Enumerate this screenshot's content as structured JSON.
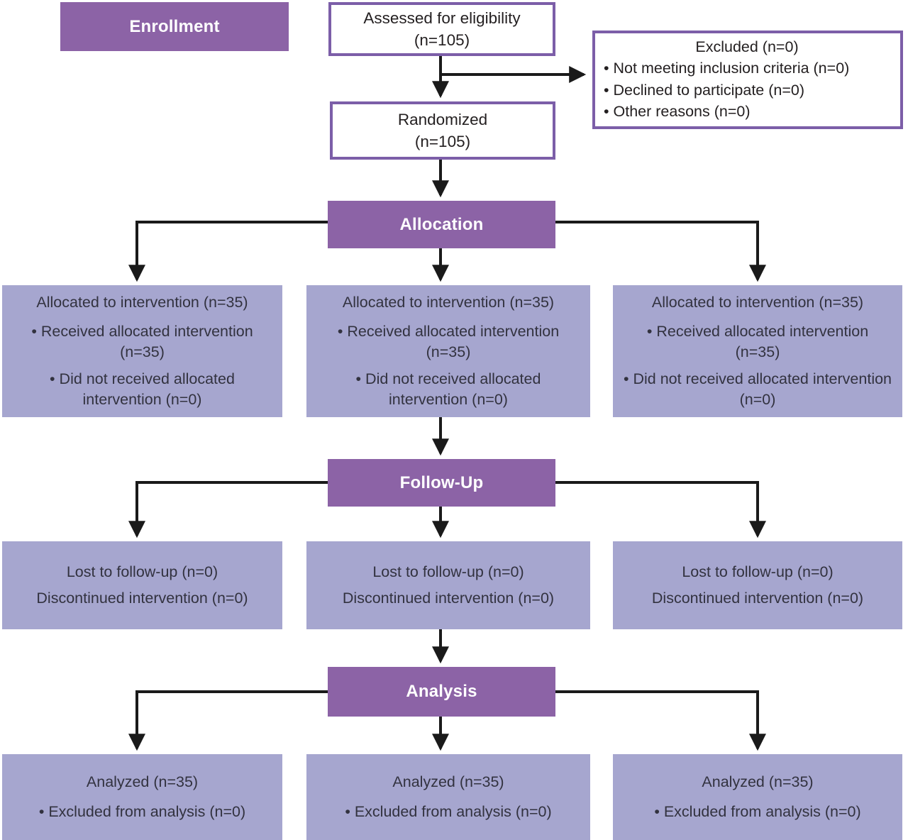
{
  "colors": {
    "band_purple": "#8c63a6",
    "box_lavender": "#a6a6cf",
    "white_box_border": "#7c5ea8",
    "dark_text": "#32323f",
    "black_text": "#231f20",
    "arrow_black": "#1a1a1a",
    "band_text": "#ffffff"
  },
  "enrollment": {
    "label": "Enrollment"
  },
  "assessed": {
    "line1": "Assessed for eligibility",
    "line2": "(n=105)"
  },
  "excluded": {
    "title": "Excluded (n=0)",
    "items": [
      "Not meeting inclusion criteria (n=0)",
      "Declined to participate (n=0)",
      "Other reasons (n=0)"
    ]
  },
  "randomized": {
    "line1": "Randomized",
    "line2": "(n=105)"
  },
  "bands": {
    "allocation": "Allocation",
    "followup": "Follow-Up",
    "analysis": "Analysis"
  },
  "allocation_row": {
    "boxes": [
      {
        "title": "Allocated to intervention (n=35)",
        "bullets": [
          "Received allocated intervention (n=35)",
          "Did not received allocated intervention (n=0)"
        ]
      },
      {
        "title": "Allocated to intervention (n=35)",
        "bullets": [
          "Received allocated intervention (n=35)",
          "Did not received allocated intervention (n=0)"
        ]
      },
      {
        "title": "Allocated to intervention (n=35)",
        "bullets": [
          "Received allocated intervention (n=35)",
          "Did not received allocated intervention (n=0)"
        ]
      }
    ]
  },
  "followup_row": {
    "boxes": [
      {
        "line1": "Lost to follow-up (n=0)",
        "line2": "Discontinued intervention (n=0)"
      },
      {
        "line1": "Lost to follow-up (n=0)",
        "line2": "Discontinued intervention (n=0)"
      },
      {
        "line1": "Lost to follow-up (n=0)",
        "line2": "Discontinued intervention (n=0)"
      }
    ]
  },
  "analysis_row": {
    "boxes": [
      {
        "title": "Analyzed (n=35)",
        "bullets": [
          "Excluded from analysis (n=0)"
        ]
      },
      {
        "title": "Analyzed (n=35)",
        "bullets": [
          "Excluded from analysis (n=0)"
        ]
      },
      {
        "title": "Analyzed (n=35)",
        "bullets": [
          "Excluded from analysis (n=0)"
        ]
      }
    ]
  }
}
